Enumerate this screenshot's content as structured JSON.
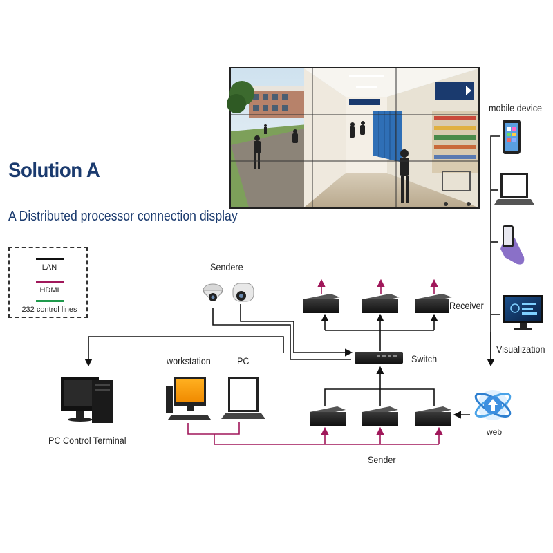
{
  "title": "Solution A",
  "subtitle": "A Distributed processor connection display",
  "legend": {
    "lan": "LAN",
    "hdmi": "HDMI",
    "control": "232 control lines"
  },
  "labels": {
    "sendere": "Sendere",
    "receiver": "Receiver",
    "switch": "Switch",
    "workstation": "workstation",
    "pc": "PC",
    "pc_control_terminal": "PC Control Terminal",
    "sender": "Sender",
    "web": "web",
    "mobile_device": "mobile device",
    "visualization": "Visualization"
  },
  "colors": {
    "lan": "#111111",
    "hdmi": "#a0175a",
    "control": "#1f9a4c",
    "title": "#1a3a6e"
  }
}
